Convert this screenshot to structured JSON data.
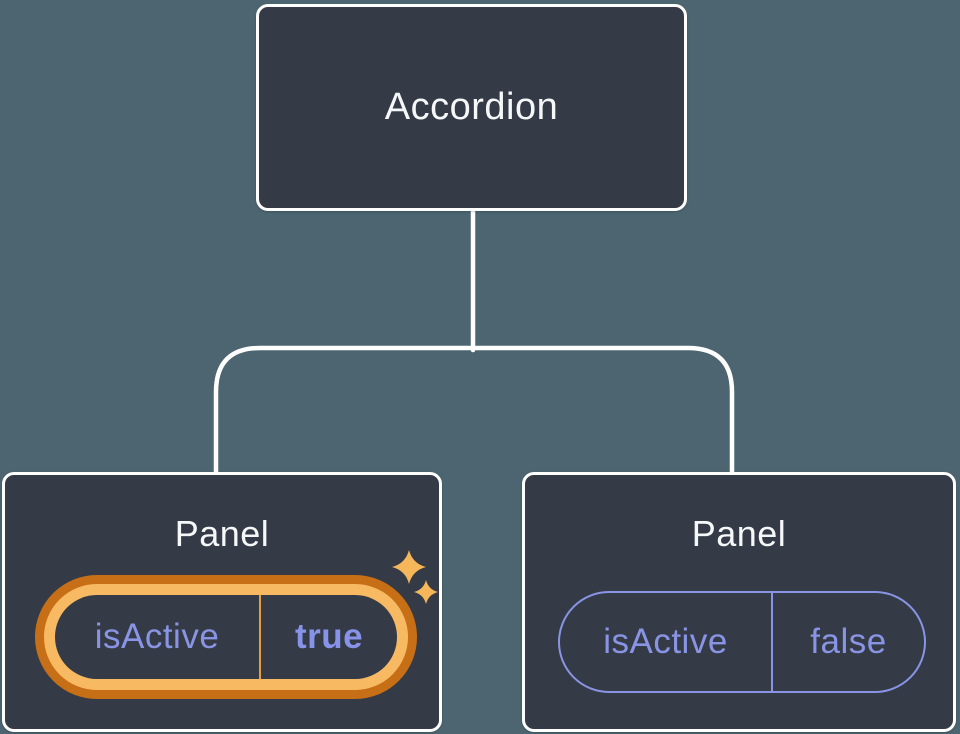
{
  "figure": {
    "type": "react-component-tree-illustration",
    "root": {
      "label": "Accordion"
    },
    "panels": [
      {
        "label": "Panel",
        "prop_name": "isActive",
        "prop_value": "true",
        "highlighted": true,
        "icon": "sparkles-icon"
      },
      {
        "label": "Panel",
        "prop_name": "isActive",
        "prop_value": "false",
        "highlighted": false
      }
    ]
  },
  "colors": {
    "background": "#4c6570",
    "node_fill": "#343a46",
    "node_border": "#ffffff",
    "connector": "#ffffff",
    "title_text": "#f6f7f9",
    "prop_text": "#8995e4",
    "prop_value_bold_text": "#8793e8",
    "highlight_ring_outer": "#c76f16",
    "highlight_ring_inner": "#f8b963",
    "highlight_divider": "#e2a13c",
    "sparkle": "#f6b75a"
  }
}
